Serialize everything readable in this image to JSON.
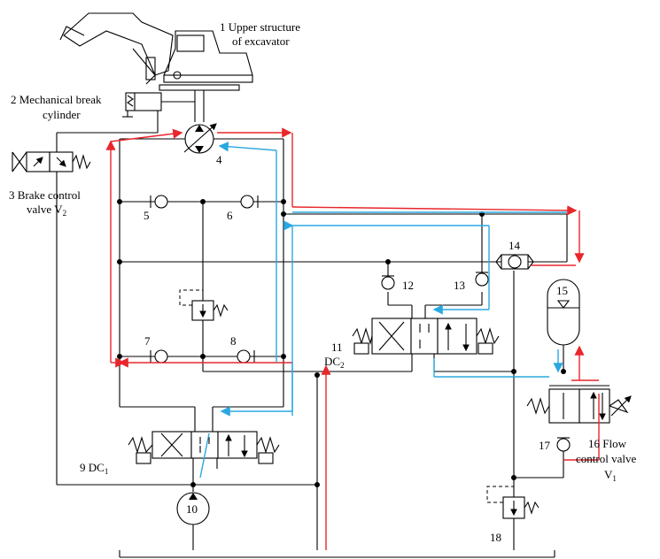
{
  "labels": {
    "upper_structure": [
      "1 Upper structure",
      "of excavator"
    ],
    "brake_cylinder": [
      "2 Mechanical break",
      "cylinder"
    ],
    "brake_valve": [
      "3 Brake control",
      "valve  V",
      "2"
    ],
    "motor": "4",
    "check5": "5",
    "check6": "6",
    "check7": "7",
    "check8": "8",
    "dc1": [
      "9 DC",
      "1"
    ],
    "pump": "10",
    "dc2": [
      "11",
      "DC",
      "2"
    ],
    "check12": "12",
    "check13": "13",
    "shuttle": "14",
    "accumulator": "15",
    "flow_valve": [
      "16 Flow",
      "control valve",
      "V",
      "1"
    ],
    "check17": "17",
    "relief18": "18"
  },
  "colors": {
    "line": "#000000",
    "pressure_flow": "#e8262b",
    "return_flow": "#2aa8e0"
  }
}
